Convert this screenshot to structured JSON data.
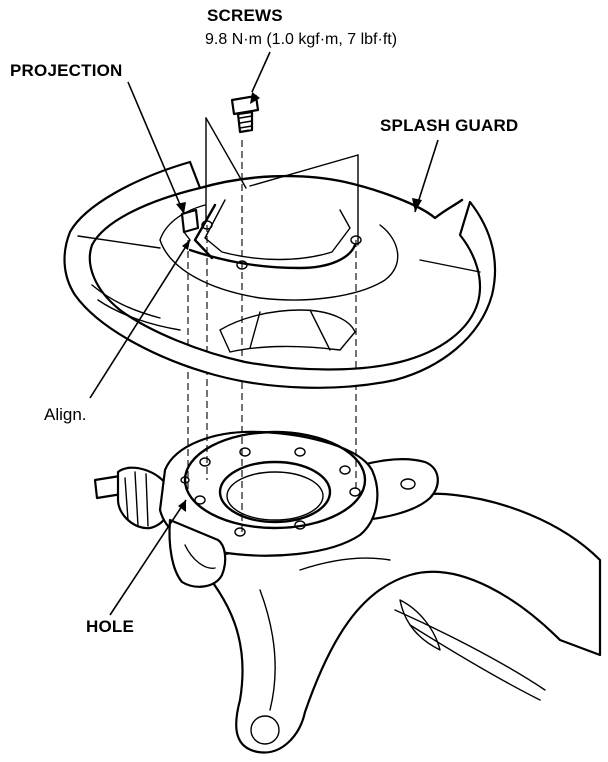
{
  "labels": {
    "screws": "SCREWS",
    "torque": "9.8 N·m (1.0 kgf·m, 7 lbf·ft)",
    "projection": "PROJECTION",
    "splash_guard": "SPLASH GUARD",
    "align": "Align.",
    "hole": "HOLE"
  }
}
